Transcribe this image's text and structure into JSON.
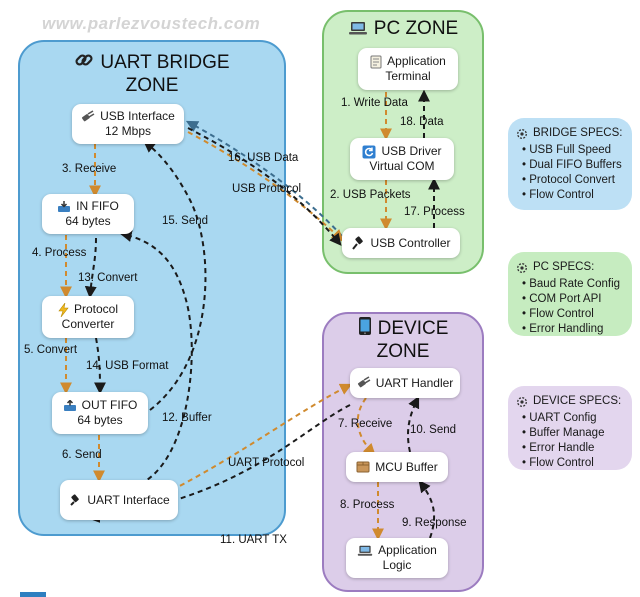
{
  "watermark": "www.parlezvoustech.com",
  "zones": {
    "bridge": {
      "line1": "UART BRIDGE",
      "line2": "ZONE",
      "icon": "link-icon"
    },
    "pc": {
      "title": "PC ZONE",
      "icon": "laptop-icon"
    },
    "device": {
      "line1": "DEVICE",
      "line2": "ZONE",
      "icon": "mobile-phone-icon"
    }
  },
  "nodes": {
    "usb_interface": {
      "line1": "USB Interface",
      "line2": "12 Mbps",
      "icon": "usb-plug-icon"
    },
    "in_fifo": {
      "line1": "IN FIFO",
      "line2": "64 bytes",
      "icon": "inbox-tray-icon"
    },
    "protocol_converter": {
      "line1": "Protocol",
      "line2": "Converter",
      "icon": "lightning-icon"
    },
    "out_fifo": {
      "line1": "OUT FIFO",
      "line2": "64 bytes",
      "icon": "outbox-tray-icon"
    },
    "uart_interface": {
      "line1": "UART Interface",
      "icon": "cable-plug-icon"
    },
    "app_terminal": {
      "line1": "Application",
      "line2": "Terminal",
      "icon": "document-icon"
    },
    "usb_driver": {
      "line1": "USB Driver",
      "line2": "Virtual COM",
      "icon": "refresh-icon"
    },
    "usb_controller": {
      "line1": "USB Controller",
      "icon": "usb-cable-icon"
    },
    "uart_handler": {
      "line1": "UART Handler",
      "icon": "usb-plug-icon"
    },
    "mcu_buffer": {
      "line1": "MCU Buffer",
      "icon": "package-box-icon"
    },
    "app_logic": {
      "line1": "Application",
      "line2": "Logic",
      "icon": "laptop-icon"
    }
  },
  "edges": {
    "e1": "1. Write Data",
    "e2": "2. USB Packets",
    "e3": "3. Receive",
    "e4": "4. Process",
    "e5": "5. Convert",
    "e6": "6. Send",
    "e7": "7. Receive",
    "e8": "8. Process",
    "e9": "9. Response",
    "e10": "10. Send",
    "e11": "11. UART TX",
    "e12": "12. Buffer",
    "e13": "13. Convert",
    "e14": "14. USB Format",
    "e15": "15. Send",
    "e16": "16. USB Data",
    "e17": "17. Process",
    "e18": "18. Data",
    "usb_protocol": "USB Protocol",
    "uart_protocol": "UART Protocol"
  },
  "specs": {
    "bridge": {
      "title": "BRIDGE SPECS:",
      "items": [
        "USB Full Speed",
        "Dual FIFO Buffers",
        "Protocol Convert",
        "Flow Control"
      ]
    },
    "pc": {
      "title": "PC SPECS:",
      "items": [
        "Baud Rate Config",
        "COM Port API",
        "Flow Control",
        "Error Handling"
      ]
    },
    "device": {
      "title": "DEVICE SPECS:",
      "items": [
        "UART Config",
        "Buffer Manage",
        "Error Handle",
        "Flow Control"
      ]
    }
  },
  "colors": {
    "forward_arrow": "#d08a2e",
    "return_arrow": "#1a1a1a",
    "usb_data_arrow": "#3c6e8f",
    "bridge_zone": "#a9d8f1",
    "pc_zone": "#cdeec7",
    "device_zone": "#dccde9"
  }
}
